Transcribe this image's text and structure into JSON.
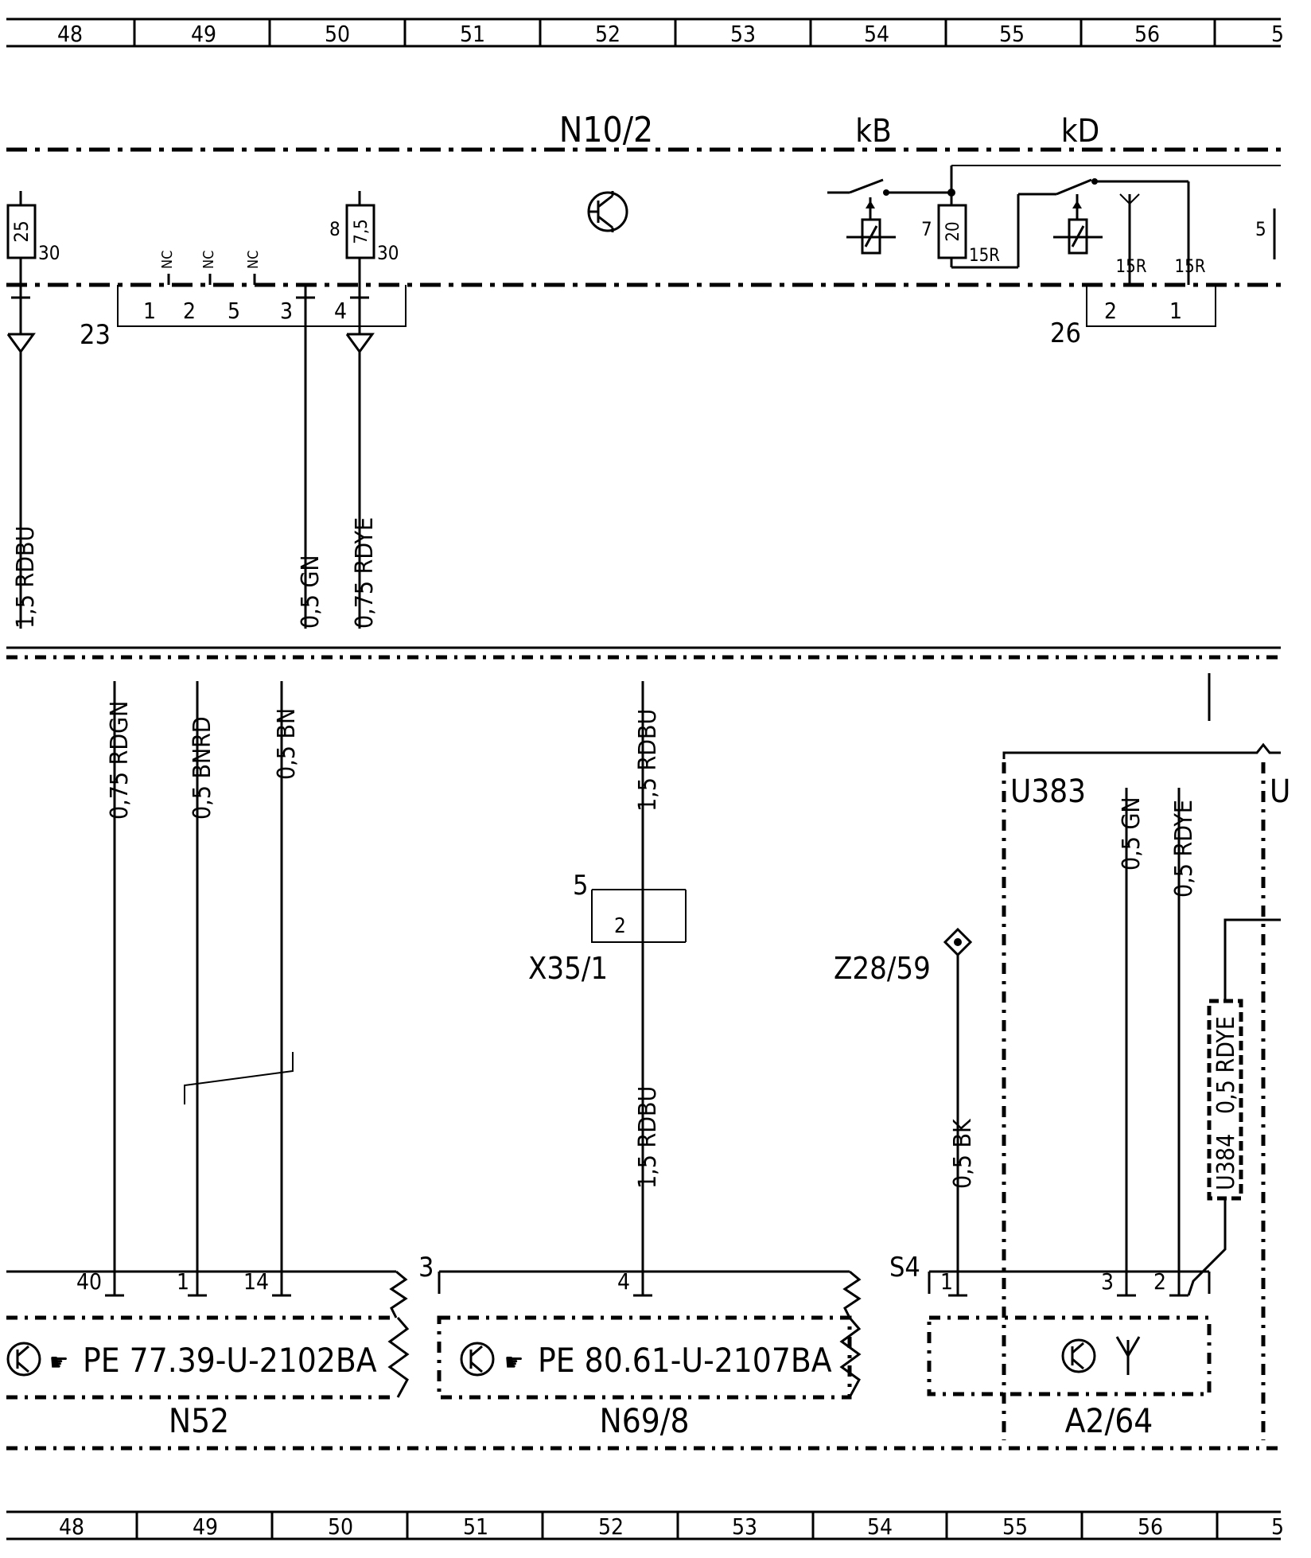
{
  "grid": {
    "columns": [
      "48",
      "49",
      "50",
      "51",
      "52",
      "53",
      "54",
      "55",
      "56",
      "5"
    ]
  },
  "top": {
    "module_label": "N10/2",
    "relay_labels": [
      "kB",
      "kD"
    ],
    "fuses": [
      {
        "value": "25",
        "terminal": "30"
      },
      {
        "number": "8",
        "value": "7,5",
        "terminal": "30"
      },
      {
        "number": "7",
        "value": "20",
        "terminal": "15R"
      }
    ],
    "right_edge_label": "5",
    "connector_23": {
      "label": "23",
      "pins": [
        "1",
        "2",
        "5",
        "3",
        "4"
      ],
      "nc": [
        "NC",
        "NC",
        "NC"
      ]
    },
    "connector_26": {
      "label": "26",
      "pins": [
        "2",
        "1"
      ],
      "terminals": [
        "15R",
        "15R"
      ]
    },
    "wires": [
      "1,5 RDBU",
      "0,5 GN",
      "0,75 RDYE"
    ]
  },
  "bottom": {
    "wires_left": [
      "0,75 RDGN",
      "0,5 BNRD",
      "0,5 BN"
    ],
    "wire_center_top": "1,5 RDBU",
    "wire_center_bottom": "1,5 RDBU",
    "connector_x35": {
      "label": "X35/1",
      "number": "5",
      "pin": "2"
    },
    "ground": {
      "label": "Z28/59",
      "wire": "0,5 BK"
    },
    "u383": {
      "label": "U383",
      "wires": [
        "0,5 GN",
        "0,5 RDYE"
      ]
    },
    "u384": {
      "label": "U384",
      "wire": "0,5 RDYE"
    },
    "u_right": "U",
    "n52": {
      "label": "N52",
      "ref": "PE  77.39-U-2102BA",
      "pins": [
        "40",
        "1",
        "14"
      ]
    },
    "n69": {
      "label": "N69/8",
      "ref": "PE  80.61-U-2107BA",
      "pins": [
        "4"
      ],
      "connector": "3"
    },
    "a2": {
      "label": "A2/64",
      "pins": [
        "1",
        "3",
        "2"
      ],
      "connector": "S4"
    }
  }
}
